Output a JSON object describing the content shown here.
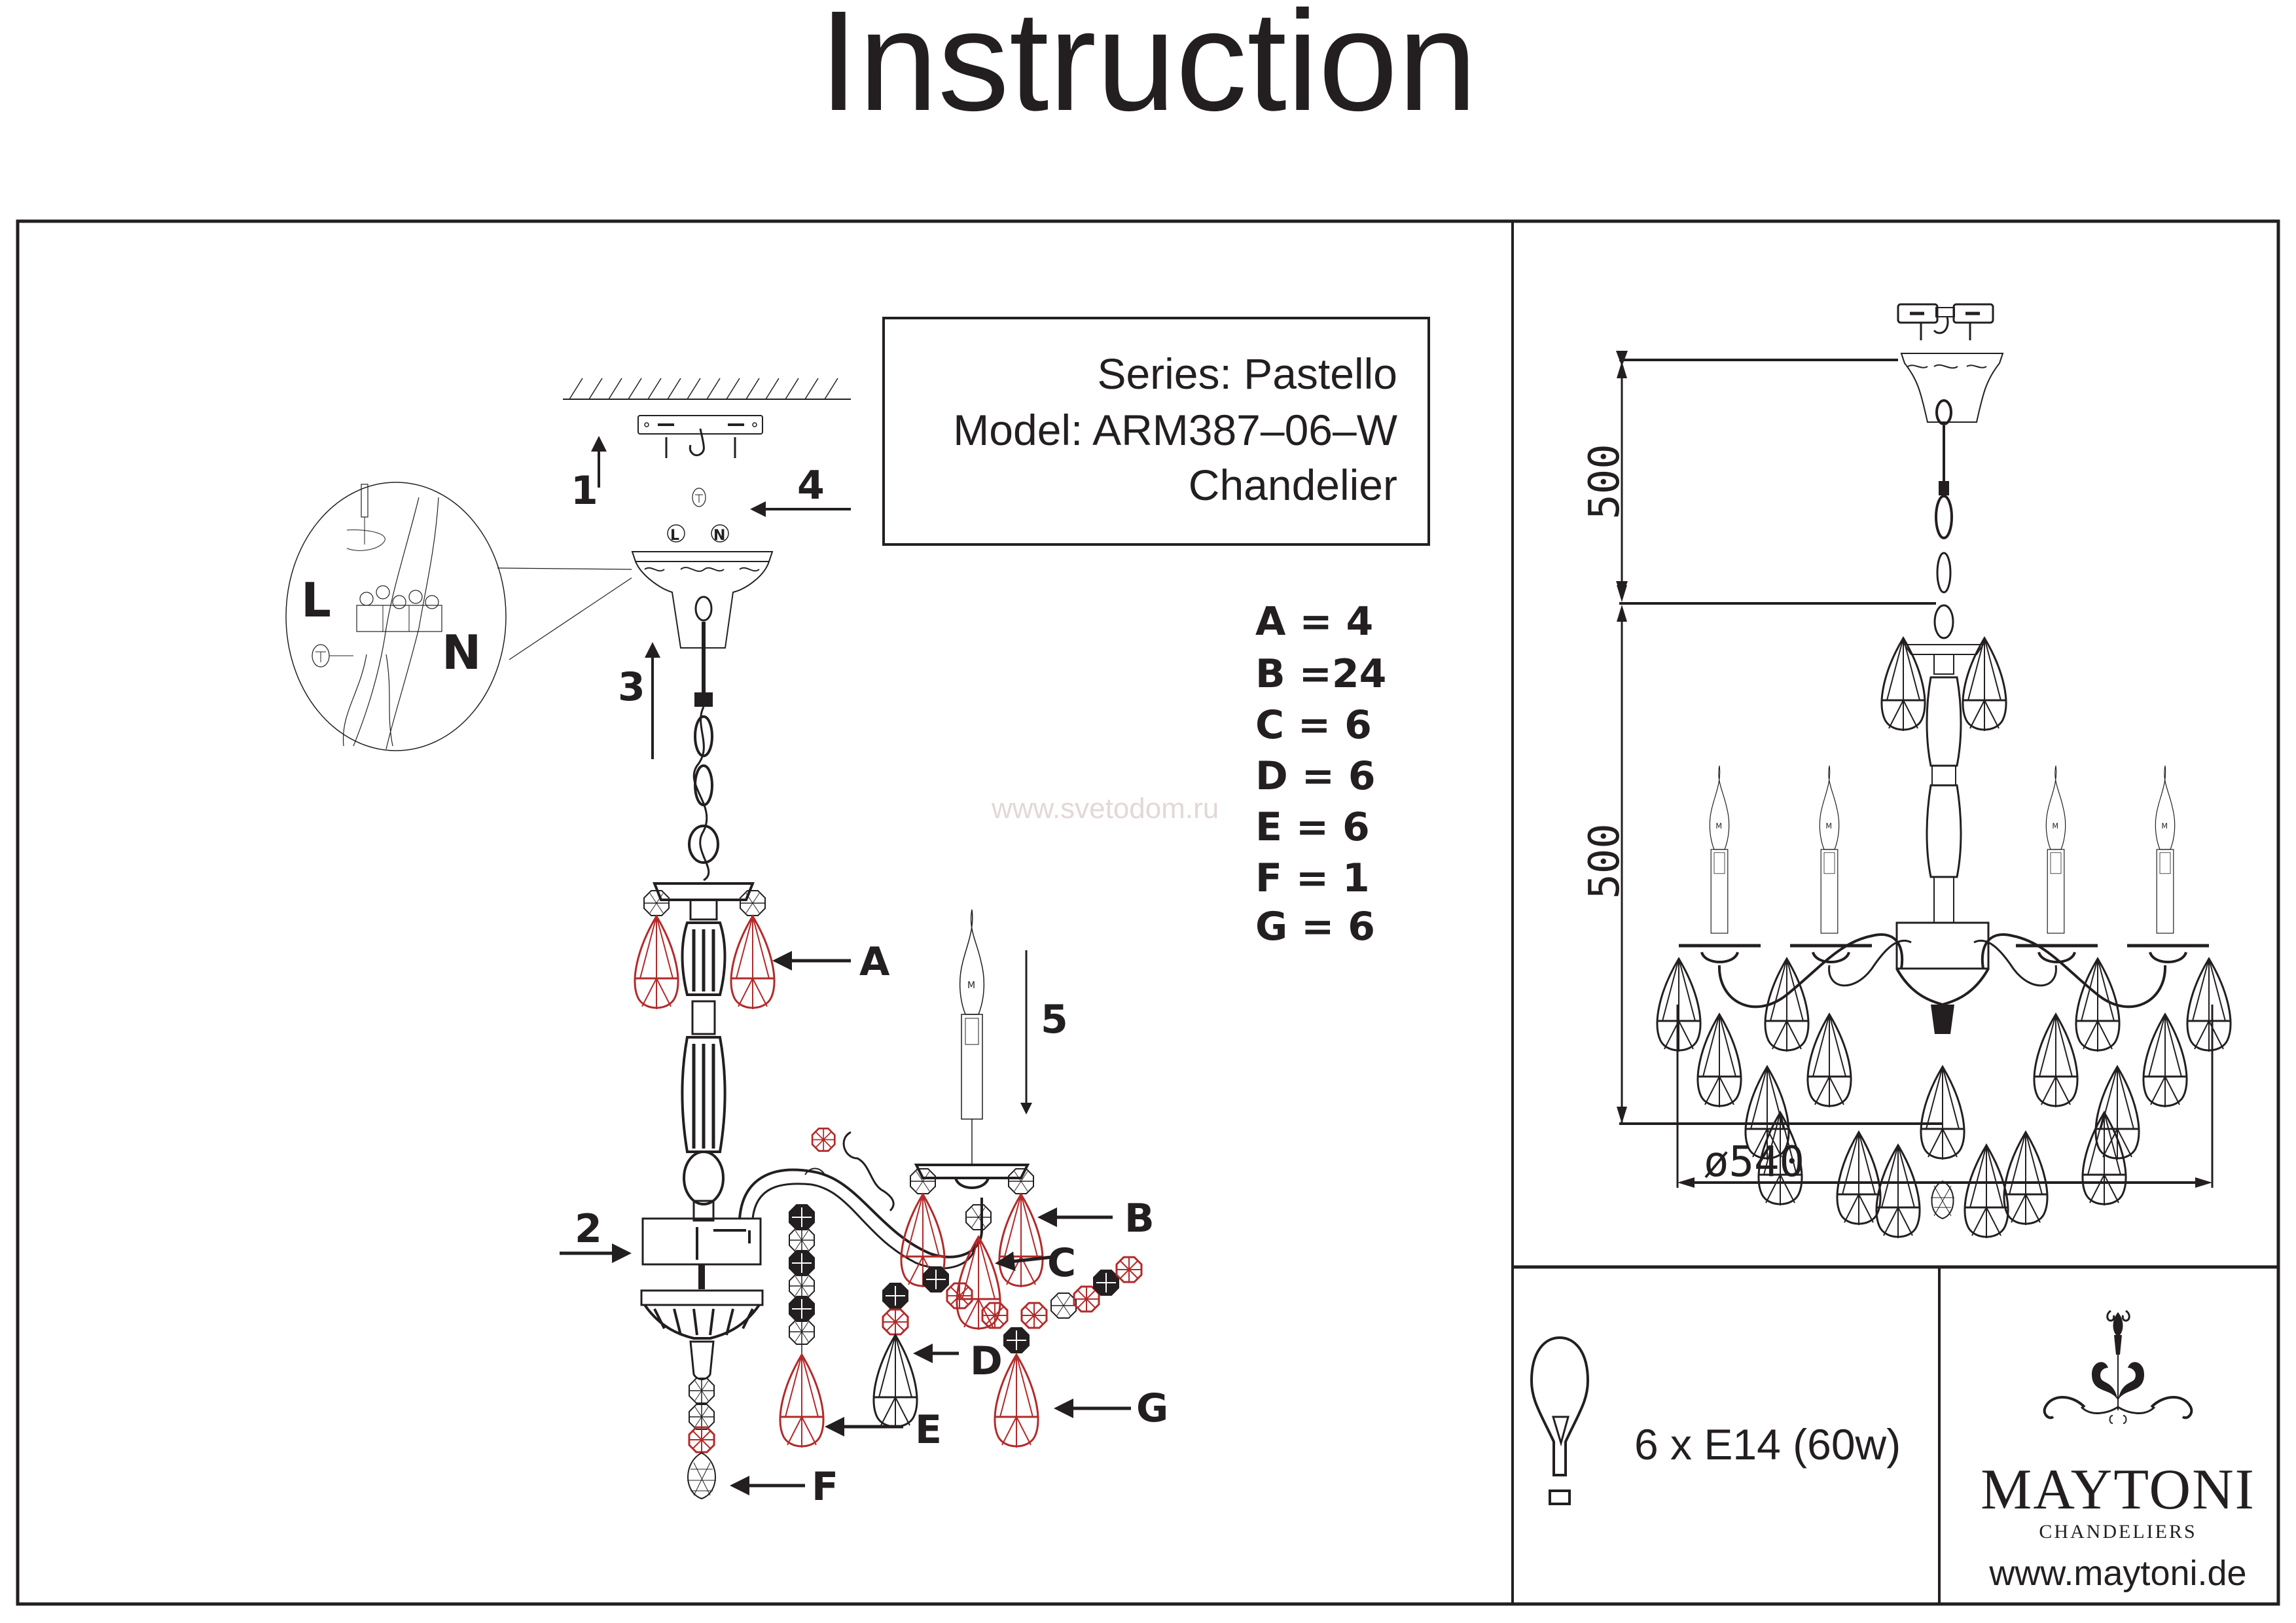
{
  "header": {
    "title": "Instruction"
  },
  "product": {
    "series_line": "Series: Pastello",
    "model_line": "Model: ARM387–06–W",
    "type_line": "Chandelier"
  },
  "parts": [
    {
      "letter": "A",
      "label": "A = 4",
      "count": 4
    },
    {
      "letter": "B",
      "label": "B =24",
      "count": 24
    },
    {
      "letter": "C",
      "label": "C = 6",
      "count": 6
    },
    {
      "letter": "D",
      "label": "D = 6",
      "count": 6
    },
    {
      "letter": "E",
      "label": "E = 6",
      "count": 6
    },
    {
      "letter": "F",
      "label": "F = 1",
      "count": 1
    },
    {
      "letter": "G",
      "label": "G = 6",
      "count": 6
    }
  ],
  "steps": [
    "1",
    "2",
    "3",
    "4",
    "5"
  ],
  "wiring": {
    "live_label": "L",
    "neutral_label": "N",
    "small_live": "L",
    "small_neutral": "N",
    "ground_icon": "ground-symbol"
  },
  "callouts": [
    "A",
    "B",
    "C",
    "D",
    "E",
    "F",
    "G"
  ],
  "watermark": "www.svetodom.ru",
  "dimensions": {
    "chain_height": "500",
    "body_height": "500",
    "diameter": "ø540"
  },
  "lamp": {
    "icon": "bulb-icon",
    "spec": "6 x E14 (60w)"
  },
  "brand": {
    "name": "MAYTONI",
    "subtitle": "CHANDELIERS",
    "url": "www.maytoni.de",
    "logo_icon": "chandelier-ornament-logo"
  },
  "colors": {
    "ink": "#231f20",
    "crystal_highlight": "#b22a2a",
    "watermark": "#e2d8d6"
  }
}
